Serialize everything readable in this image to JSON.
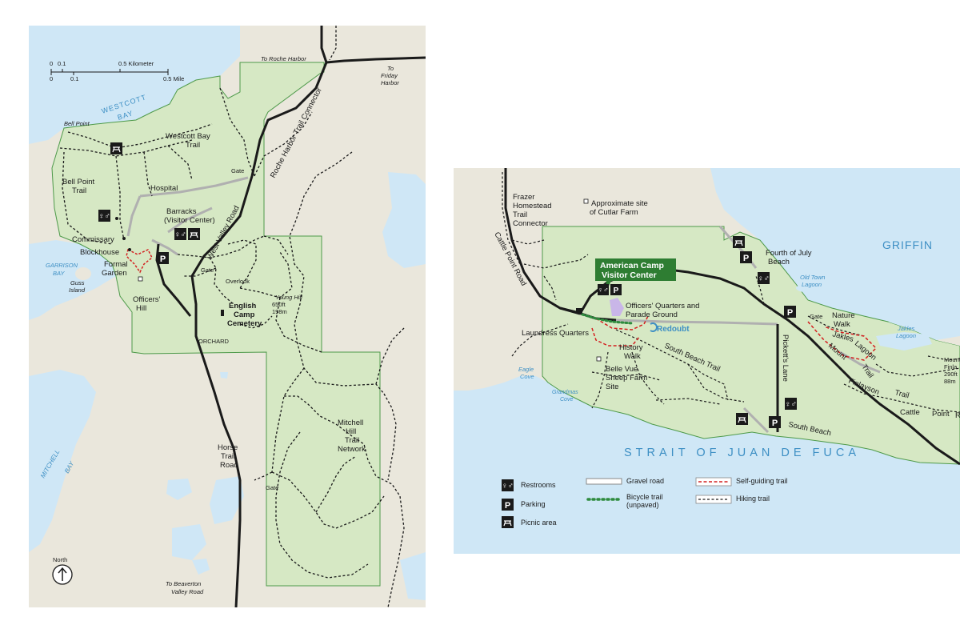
{
  "colors": {
    "water": "#cfe7f6",
    "land": "#eae7dc",
    "park": "#d6e8c4",
    "park_border": "#4e9a4a",
    "road": "#1a1a1a",
    "gravel": "#b0b0b0",
    "self_guiding": "#d42020",
    "bicycle": "#2e8b3e",
    "visitor_center": "#2e7d32",
    "water_text": "#3d8fc4"
  },
  "left_map": {
    "scale": {
      "km_ticks": [
        "0",
        "0.1",
        "0.5 Kilometer"
      ],
      "mile_ticks": [
        "0",
        "0.1",
        "0.5 Mile"
      ]
    },
    "labels": {
      "to_roche_harbor": "To Roche Harbor",
      "to_friday": "To",
      "to_friday2": "Friday",
      "to_friday3": "Harbor",
      "westcott1": "WESTCOTT",
      "westcott2": "BAY",
      "bell_point": "Bell Point",
      "westcott_trail1": "Westcott Bay",
      "westcott_trail2": "Trail",
      "bell_trail1": "Bell Point",
      "bell_trail2": "Trail",
      "hospital": "Hospital",
      "barracks1": "Barracks",
      "barracks2": "(Visitor Center)",
      "commissary": "Commissary",
      "blockhouse": "Blockhouse",
      "formal1": "Formal",
      "formal2": "Garden",
      "officers1": "Officers'",
      "officers2": "Hill",
      "garrison1": "GARRISON",
      "garrison2": "BAY",
      "guss1": "Guss",
      "guss2": "Island",
      "gate1": "Gate",
      "gate2": "Gate",
      "gate3": "Gate",
      "west_valley": "West Valley Road",
      "roche_connector": "Roche Harbor Trail Connector",
      "overlook": "Overlook",
      "young_hill1": "Young Hill",
      "young_hill2": "650ft",
      "young_hill3": "198m",
      "english1": "English",
      "english2": "Camp",
      "english3": "Cemetery",
      "orchard": "ORCHARD",
      "mitchell_net1": "Mitchell",
      "mitchell_net2": "Hill",
      "mitchell_net3": "Trail",
      "mitchell_net4": "Network",
      "horse1": "Horse",
      "horse2": "Trail",
      "horse3": "Road",
      "mitchell_bay1": "MITCHELL",
      "mitchell_bay2": "BAY",
      "north": "North",
      "beaverton1": "To Beaverton",
      "beaverton2": "Valley Road"
    }
  },
  "right_map": {
    "labels": {
      "frazer1": "Frazer",
      "frazer2": "Homestead",
      "frazer3": "Trail",
      "frazer4": "Connector",
      "cutlar1": "Approximate site",
      "cutlar2": "of Cutlar Farm",
      "cattle_point_road": "Cattle Point Road",
      "visitor1": "American Camp",
      "visitor2": "Visitor Center",
      "officers_q1": "Officers' Quarters and",
      "officers_q2": "Parade Ground",
      "laundress": "Laundress Quarters",
      "redoubt": "Redoubt",
      "history1": "History",
      "history2": "Walk",
      "south_beach_trail": "South Beach Trail",
      "belle1": "Belle Vue",
      "belle2": "Sheep Farm",
      "belle3": "Site",
      "eagle1": "Eagle",
      "eagle2": "Cove",
      "grandmas1": "Grandmas",
      "grandmas2": "Cove",
      "fourth1": "Fourth of July",
      "fourth2": "Beach",
      "old_town1": "Old Town",
      "old_town2": "Lagoon",
      "griffin": "GRIFFIN",
      "gate": "Gate",
      "nature1": "Nature",
      "nature2": "Walk",
      "jakles_lagoon_trail": "Jakles",
      "lagoon": "Lagoon",
      "trail": "Trail",
      "jakles1": "Jakles",
      "jakles2": "Lagoon",
      "mount": "Mount",
      "finlayson_trail": "Finlayson",
      "trail2": "Trail",
      "mountf1": "Mount",
      "mountf2": "Finla",
      "mountf3": "290ft",
      "mountf4": "88m",
      "picketts": "Pickett's Lane",
      "south_beach": "South Beach",
      "cattle_point": "Cattle",
      "point": "Point",
      "r": "R",
      "strait": "STRAIT OF JUAN DE FUCA"
    },
    "legend": {
      "restrooms": "Restrooms",
      "parking": "Parking",
      "picnic": "Picnic area",
      "gravel": "Gravel road",
      "bicycle1": "Bicycle trail",
      "bicycle2": "(unpaved)",
      "self_guiding": "Self-guiding trail",
      "hiking": "Hiking trail"
    },
    "icons": [
      "restroom-icon",
      "parking-icon",
      "picnic-icon"
    ]
  }
}
